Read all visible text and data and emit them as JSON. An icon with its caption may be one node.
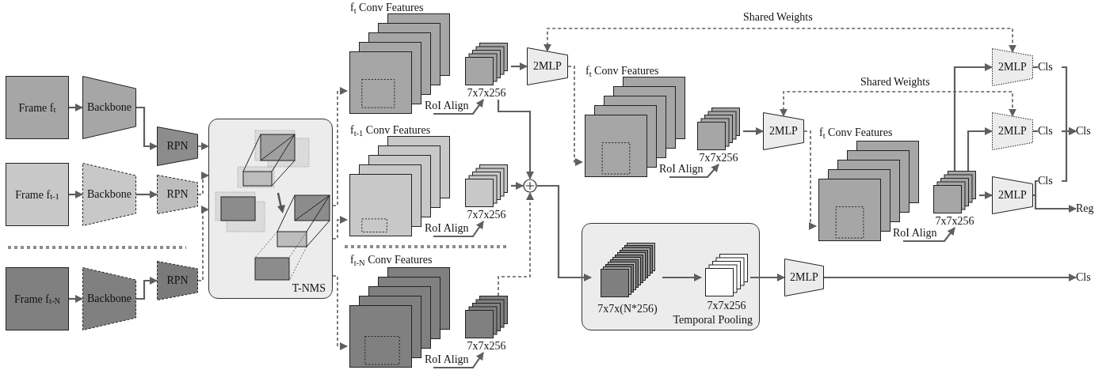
{
  "diagram": {
    "nodes": [
      {
        "text": [
          "Frame f$_{t}$"
        ]
      },
      {
        "text": [
          "Backbone"
        ]
      },
      {
        "text": [
          "RPN"
        ]
      },
      {
        "text": [
          "Frame f$_{t-1}$"
        ]
      },
      {
        "text": [
          "Backbone"
        ]
      },
      {
        "text": [
          "RPN"
        ]
      },
      {
        "text": [
          "Frame f$_{t-N}$"
        ]
      },
      {
        "text": [
          "Backbone"
        ]
      },
      {
        "text": [
          "RPN"
        ]
      },
      {
        "text": [
          "T-NMS"
        ]
      },
      {
        "text": [
          "f$_{t}$ Conv Features"
        ]
      },
      {
        "text": [
          "7x7x256"
        ]
      },
      {
        "text": [
          "f$_{t-1}$ Conv Features"
        ]
      },
      {
        "text": [
          "7x7x256"
        ]
      },
      {
        "text": [
          "f$_{t-N}$ Conv Features"
        ]
      },
      {
        "text": [
          "7x7x256"
        ]
      },
      {
        "text": [],
        "shape": "circle"
      },
      {
        "text": [
          "2MLP"
        ]
      },
      {
        "text": [
          "f$_{t}$ Conv Features"
        ]
      },
      {
        "text": [
          "7x7x256"
        ]
      },
      {
        "text": [
          "2MLP"
        ]
      },
      {
        "text": [
          "f$_{t}$ Conv Features"
        ]
      },
      {
        "text": [
          "7x7x256"
        ]
      },
      {
        "text": [
          "2MLP"
        ]
      },
      {
        "text": [
          "2MLP"
        ]
      },
      {
        "text": [
          "2MLP"
        ]
      },
      {
        "text": [
          "Cls"
        ]
      },
      {
        "text": [
          "Cls"
        ]
      },
      {
        "text": [
          "Cls"
        ]
      },
      {
        "text": [
          "Cls"
        ]
      },
      {
        "text": [
          "Reg"
        ]
      },
      {
        "text": [
          "Temporal Pooling"
        ]
      },
      {
        "text": [
          "7x7x(N*256)"
        ],
        "in": 31
      },
      {
        "text": [
          "7x7x256"
        ],
        "in": 31
      },
      {
        "text": [
          "2MLP"
        ]
      },
      {
        "text": [
          "Cls"
        ]
      }
    ],
    "edges": [
      {
        "from": 0,
        "to": 1,
        "arrow": "to"
      },
      {
        "from": 1,
        "to": 2,
        "arrow": "to"
      },
      {
        "from": 3,
        "to": 4,
        "arrow": "to"
      },
      {
        "from": 4,
        "to": 5,
        "arrow": "to"
      },
      {
        "from": 6,
        "to": 7,
        "arrow": "to"
      },
      {
        "from": 7,
        "to": 8,
        "arrow": "to"
      },
      {
        "from": 2,
        "to": 9,
        "arrow": "to",
        "style": "dashed"
      },
      {
        "from": 5,
        "to": 9,
        "arrow": "to",
        "style": "dashed"
      },
      {
        "from": 8,
        "to": 9,
        "arrow": "to",
        "style": "dashed"
      },
      {
        "from": 9,
        "to": 10,
        "arrow": "to",
        "style": "dashed"
      },
      {
        "from": 9,
        "to": 12,
        "arrow": "to",
        "style": "dashed"
      },
      {
        "from": 9,
        "to": 14,
        "arrow": "to",
        "style": "dashed"
      },
      {
        "from": 10,
        "to": 11,
        "arrow": "to",
        "label": "RoI Align"
      },
      {
        "from": 12,
        "to": 13,
        "arrow": "to",
        "label": "RoI Align"
      },
      {
        "from": 14,
        "to": 15,
        "arrow": "to",
        "label": "RoI Align"
      },
      {
        "from": 11,
        "to": 17,
        "arrow": "to"
      },
      {
        "from": 11,
        "to": 16,
        "arrow": "to"
      },
      {
        "from": 13,
        "to": 16,
        "arrow": "to"
      },
      {
        "from": 15,
        "to": 16,
        "arrow": "to",
        "style": "dashed"
      },
      {
        "from": 17,
        "to": 18,
        "arrow": "to",
        "style": "dashed"
      },
      {
        "from": 18,
        "to": 19,
        "arrow": "to",
        "label": "RoI Align"
      },
      {
        "from": 19,
        "to": 20,
        "arrow": "to"
      },
      {
        "from": 20,
        "to": 21,
        "arrow": "to",
        "style": "dashed"
      },
      {
        "from": 21,
        "to": 22,
        "arrow": "to",
        "label": "RoI Align"
      },
      {
        "from": 22,
        "to": 23,
        "arrow": "to"
      },
      {
        "from": 22,
        "to": 24,
        "arrow": "to"
      },
      {
        "from": 22,
        "to": 25,
        "arrow": "to"
      },
      {
        "from": 23,
        "to": 26,
        "arrow": "none"
      },
      {
        "from": 24,
        "to": 27,
        "arrow": "none"
      },
      {
        "from": 25,
        "to": 28,
        "arrow": "none"
      },
      {
        "from": 26,
        "to": 29,
        "arrow": "to"
      },
      {
        "from": 27,
        "to": 29,
        "arrow": "to"
      },
      {
        "from": 28,
        "to": 29,
        "arrow": "to"
      },
      {
        "from": 25,
        "to": 30,
        "arrow": "to"
      },
      {
        "from": 17,
        "to": 23,
        "arrow": "both",
        "style": "dashed",
        "label": "Shared Weights"
      },
      {
        "from": 20,
        "to": 24,
        "arrow": "both",
        "style": "dashed",
        "label": "Shared Weights"
      },
      {
        "from": 16,
        "to": 32,
        "arrow": "to"
      },
      {
        "from": 32,
        "to": 33,
        "arrow": "to"
      },
      {
        "from": 33,
        "to": 34,
        "arrow": "to"
      },
      {
        "from": 34,
        "to": 35,
        "arrow": "to"
      }
    ]
  }
}
